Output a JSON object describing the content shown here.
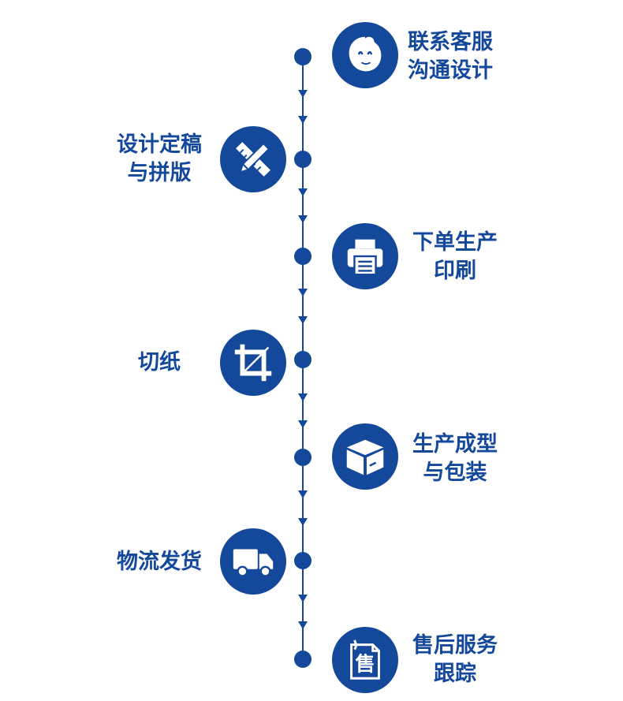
{
  "steps": [
    {
      "line1": "联系客服",
      "line2": "沟通设计",
      "icon": "customer-service-icon"
    },
    {
      "line1": "设计定稿",
      "line2": "与拼版",
      "icon": "pencil-ruler-icon"
    },
    {
      "line1": "下单生产",
      "line2": "印刷",
      "icon": "printer-icon"
    },
    {
      "line1": "切纸",
      "line2": "",
      "icon": "crop-icon"
    },
    {
      "line1": "生产成型",
      "line2": "与包装",
      "icon": "box-icon"
    },
    {
      "line1": "物流发货",
      "line2": "",
      "icon": "truck-icon"
    },
    {
      "line1": "售后服务",
      "line2": "跟踪",
      "icon": "after-sales-icon"
    }
  ],
  "after_sales_glyph": "售",
  "colors": {
    "primary": "#14489b",
    "background": "#ffffff"
  }
}
